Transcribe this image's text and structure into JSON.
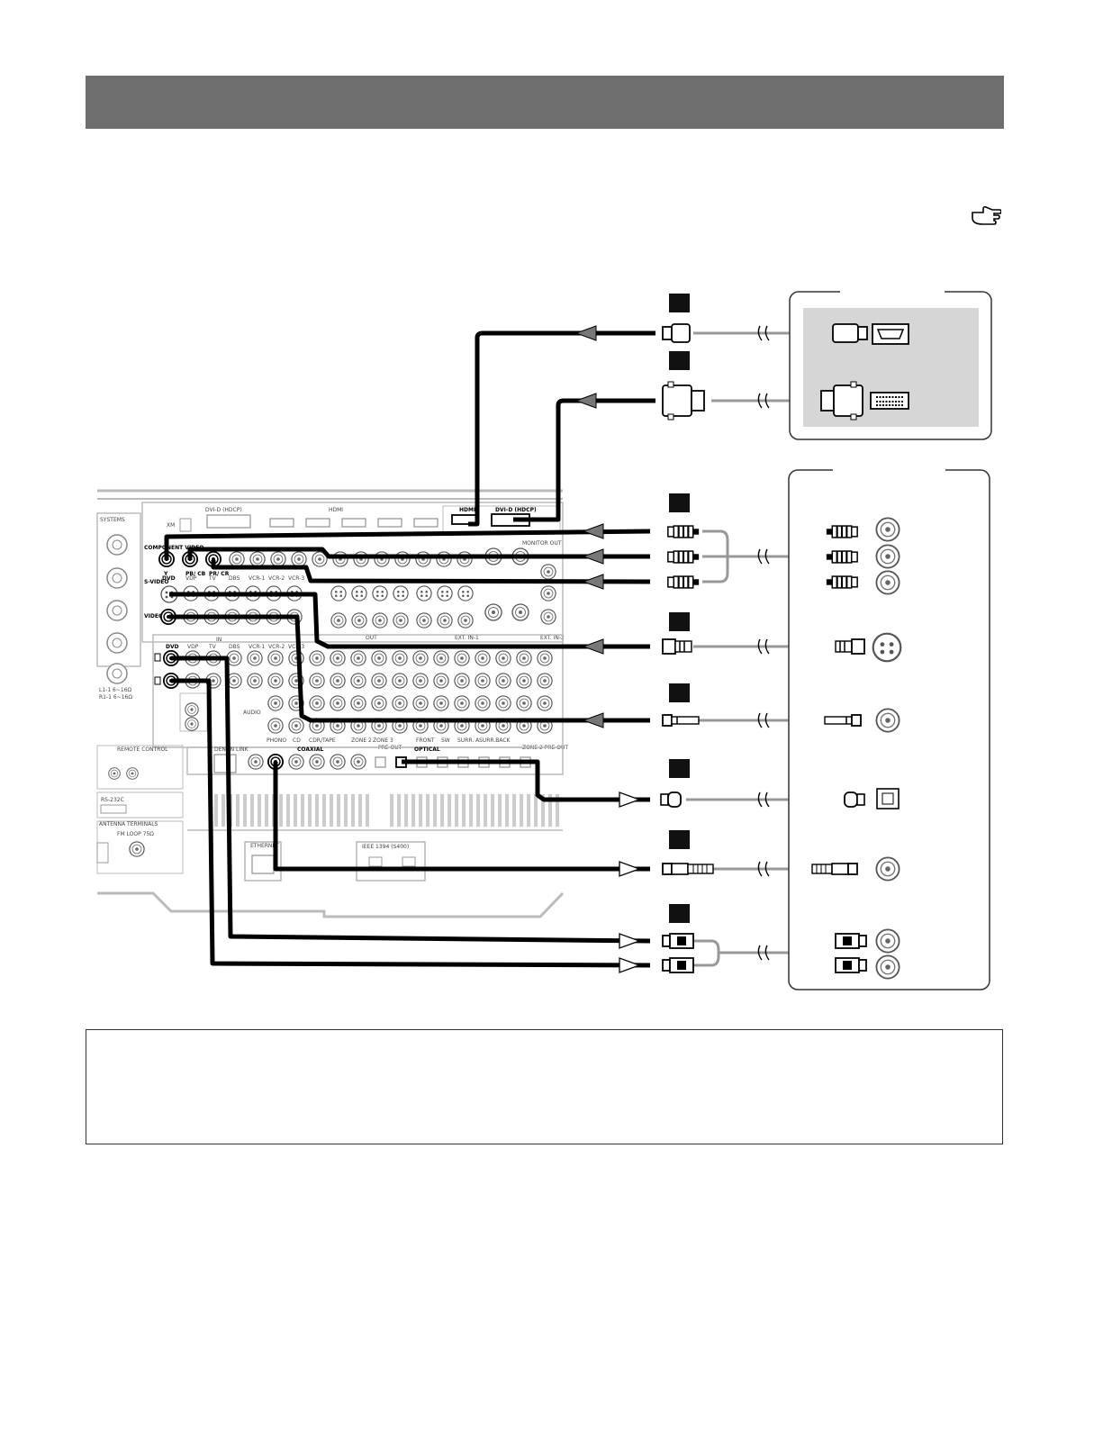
{
  "receiver_panel": {
    "dvi_top": "DVI-D (HDCP)",
    "hdmi_top": "HDMI",
    "hdmi_out": "HDMI",
    "dvi_out": "DVI-D (HDCP)",
    "monitor_out": "MONITOR OUT",
    "xm": "XM",
    "component_video": "COMPONENT VIDEO",
    "y": "Y",
    "pb_cb": "PB/ CB",
    "pr_cr": "PR/ CR",
    "dvd": "DVD",
    "vdp": "VDP",
    "tv": "TV",
    "dbs": "DBS",
    "vcr1": "VCR-1",
    "vcr2": "VCR-2",
    "vcr3": "VCR-3",
    "s_video": "S-VIDEO",
    "video": "VIDEO",
    "in": "IN",
    "out": "OUT",
    "ext_in1": "EXT. IN-1",
    "ext_in2": "EXT. IN-2",
    "audio": "AUDIO",
    "phono": "PHONO",
    "cd": "CD",
    "cdr_tape": "CDR/TAPE",
    "zone2": "ZONE 2",
    "zone3": "ZONE 3",
    "front": "FRONT",
    "sw": "SW",
    "surr_a": "SURR. A",
    "surr_back": "SURR.BACK",
    "pre_out": "PRE OUT",
    "zone2_pre_out": "ZONE 2 PRE OUT",
    "coaxial": "COAXIAL",
    "optical": "OPTICAL",
    "ethernet": "ETHERNET",
    "ieee1394": "IEEE 1394 (S400)",
    "dlink": "DENON LINK",
    "remote_control": "REMOTE CONTROL",
    "rs232c": "RS-232C",
    "antenna_terminals": "ANTENNA TERMINALS",
    "fm_loop": "FM LOOP 75Ω",
    "speaker_systems": "SYSTEMS",
    "impedance_a": "L1-1  6~16Ω",
    "impedance_b": "R1-1  6~16Ω"
  }
}
